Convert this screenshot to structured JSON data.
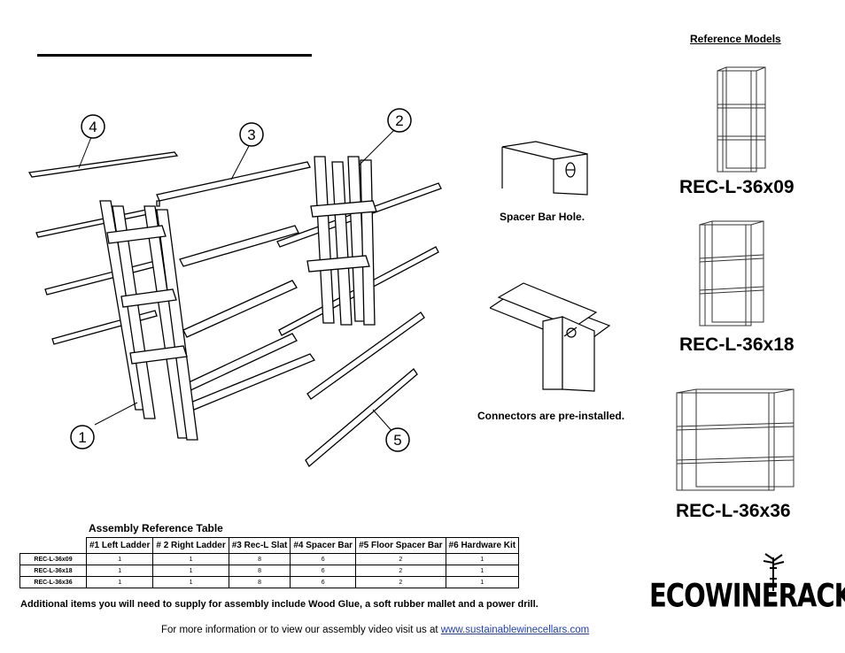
{
  "reference": {
    "heading": "Reference Models",
    "models": [
      "REC-L-36x09",
      "REC-L-36x18",
      "REC-L-36x36"
    ]
  },
  "diagram": {
    "callouts": [
      "4",
      "3",
      "2",
      "1",
      "5"
    ]
  },
  "details": {
    "spacer_caption": "Spacer Bar Hole.",
    "connector_caption": "Connectors are pre-installed."
  },
  "table": {
    "title": "Assembly Reference Table",
    "headers": [
      "#1 Left Ladder",
      "# 2 Right Ladder",
      "#3 Rec-L Slat",
      "#4 Spacer Bar",
      "#5 Floor Spacer Bar",
      "#6 Hardware Kit"
    ],
    "rows": [
      {
        "model": "REC-L-36x09",
        "values": [
          "1",
          "1",
          "8",
          "6",
          "2",
          "1"
        ]
      },
      {
        "model": "REC-L-36x18",
        "values": [
          "1",
          "1",
          "8",
          "6",
          "2",
          "1"
        ]
      },
      {
        "model": "REC-L-36x36",
        "values": [
          "1",
          "1",
          "8",
          "6",
          "2",
          "1"
        ]
      }
    ]
  },
  "supply_note": "Additional items you will need to supply for assembly include Wood Glue, a soft rubber mallet and a power drill.",
  "footer": {
    "text": "For more information or to view our assembly video visit us at",
    "link": "www.sustainablewinecellars.com"
  },
  "logo": {
    "text": "ECOWINERACKS"
  }
}
